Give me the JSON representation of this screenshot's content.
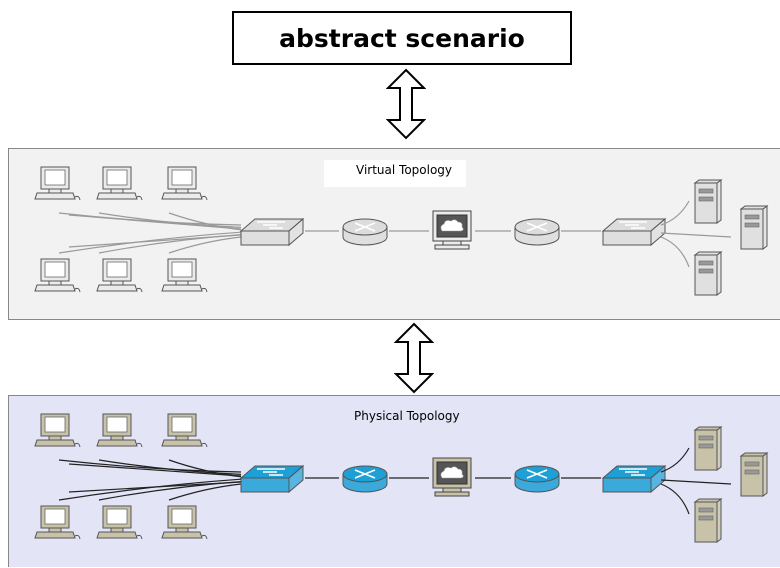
{
  "abstract": {
    "label": "abstract scenario"
  },
  "virtual": {
    "title": "Virtual Topology",
    "colors": {
      "pc": "#ebebeb",
      "pc_screen": "#ffffff",
      "net": "#dcdcdc",
      "server": "#e0e0e0",
      "cable": "#9a9a9a"
    }
  },
  "physical": {
    "title": "Physical Topology",
    "colors": {
      "pc": "#c8c3a8",
      "pc_screen": "#ffffff",
      "switch": "#1e9fd6",
      "router": "#1e9fd6",
      "server": "#c8c3a8",
      "cable": "#222222"
    }
  },
  "devices": {
    "pcs": 6,
    "servers": 3,
    "chain": [
      "switch-icon",
      "router-icon",
      "cloud-terminal-icon",
      "router-icon",
      "switch-icon"
    ]
  }
}
